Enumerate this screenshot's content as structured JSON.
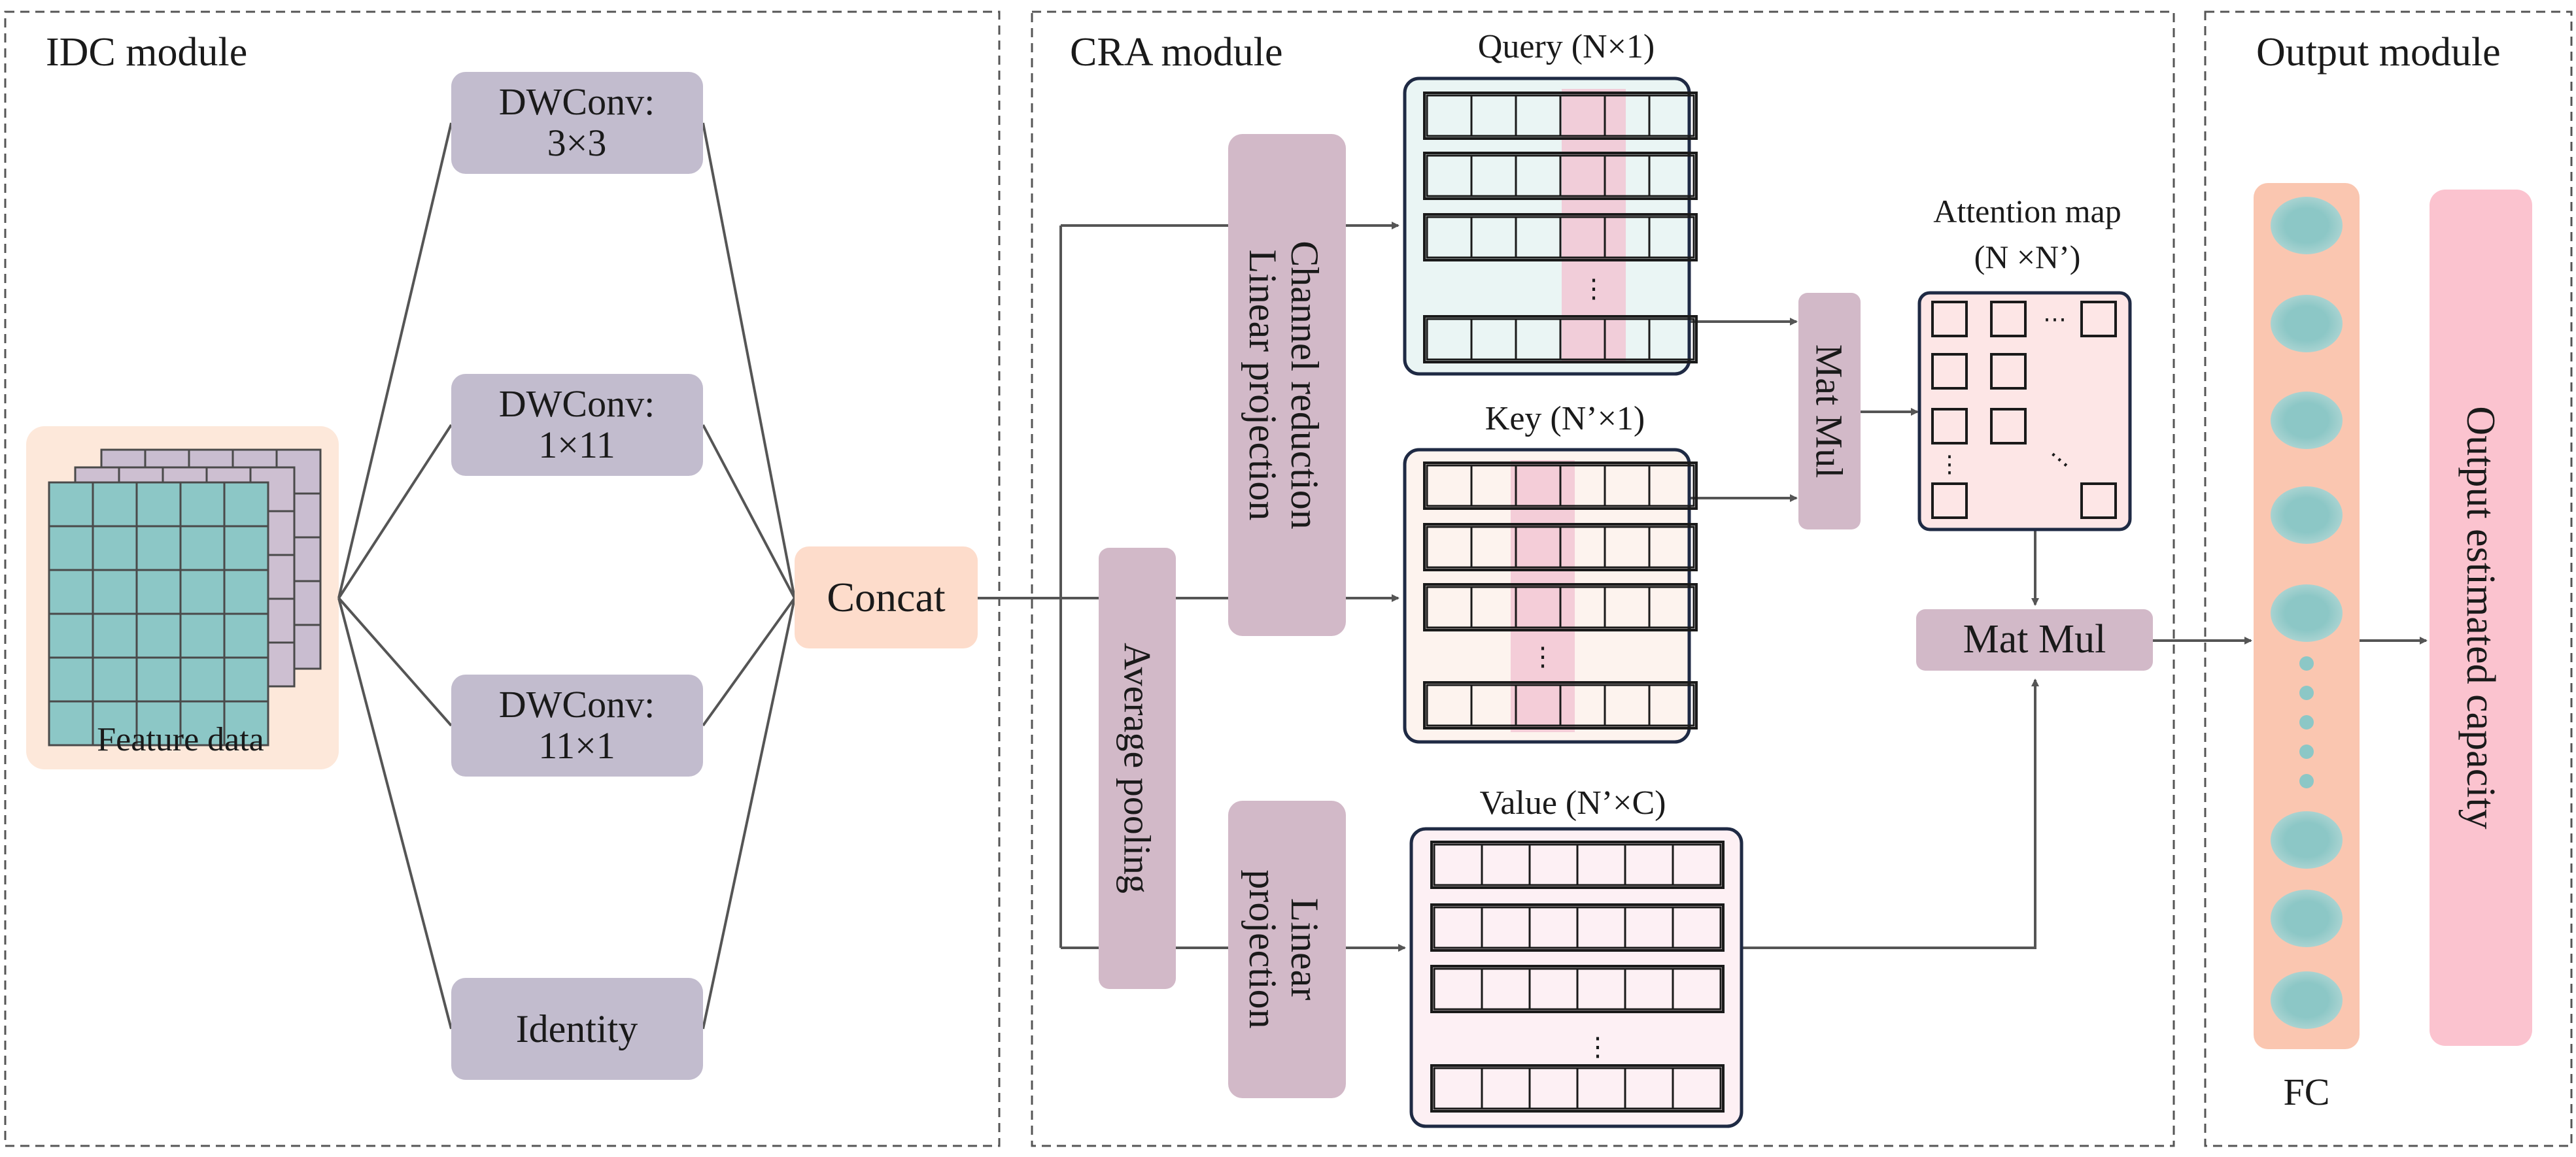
{
  "modules": {
    "idc": "IDC module",
    "cra": "CRA module",
    "output": "Output module"
  },
  "idc": {
    "feature_label": "Feature data",
    "branches": [
      {
        "line1": "DWConv:",
        "line2": "3×3"
      },
      {
        "line1": "DWConv:",
        "line2": "1×11"
      },
      {
        "line1": "DWConv:",
        "line2": "11×1"
      },
      {
        "line1": "Identity",
        "line2": ""
      }
    ],
    "concat": "Concat"
  },
  "cra": {
    "avg_pool": "Average pooling",
    "channel_reduction": "Channel reduction",
    "linear_projection": "Linear projection",
    "linear": "Linear",
    "projection": "projection",
    "query_label": "Query (N×1)",
    "key_label": "Key (N’×1)",
    "value_label": "Value (N’×C)",
    "attention_line1": "Attention map",
    "attention_line2": "(N ×N’)",
    "matmul_vertical": "Mat Mul",
    "matmul_horizontal": "Mat Mul",
    "ellipsis": "⋮",
    "hellipsis": "⋯"
  },
  "output": {
    "fc_label": "FC",
    "output_text": "Output estimated capacity"
  },
  "colors": {
    "purple_box": "#c2bcce",
    "mauve_box": "#d2b9c8",
    "concat_fill": "#fddccb",
    "feature_bg": "#fde8da",
    "teal": "#8cc7c6",
    "query_bg": "#eaf5f4",
    "key_bg": "#fdf3ee",
    "value_bg": "#fdf0f4",
    "attn_bg": "#fde6e6",
    "highlight": "#f2c6d4",
    "fc_bg": "#fac6b0",
    "output_pink": "#fbc3cf"
  }
}
